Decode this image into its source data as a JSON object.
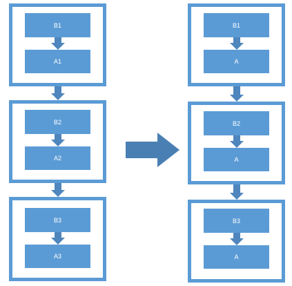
{
  "colors": {
    "accent": "#5b9bd5",
    "arrow": "#4e86bd",
    "big_arrow": "#4a7fb3",
    "frame_fill": "#ffffff"
  },
  "left": {
    "groups": [
      {
        "top_label": "B1",
        "bottom_label": "A1"
      },
      {
        "top_label": "B2",
        "bottom_label": "A2"
      },
      {
        "top_label": "B3",
        "bottom_label": "A3"
      }
    ]
  },
  "right": {
    "groups": [
      {
        "top_label": "B1",
        "bottom_label": "A"
      },
      {
        "top_label": "B2",
        "bottom_label": "A"
      },
      {
        "top_label": "B3",
        "bottom_label": "A"
      }
    ]
  }
}
